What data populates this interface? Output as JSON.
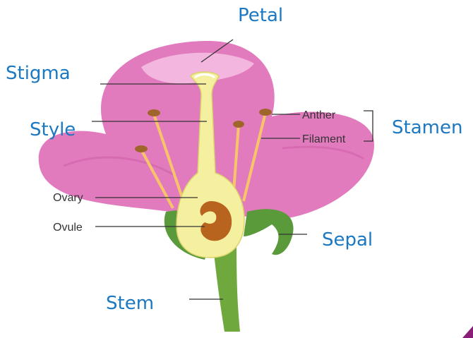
{
  "diagram": {
    "labels": {
      "petal": "Petal",
      "stigma": "Stigma",
      "style": "Style",
      "anther": "Anther",
      "filament": "Filament",
      "stamen": "Stamen",
      "ovary": "Ovary",
      "ovule": "Ovule",
      "sepal": "Sepal",
      "stem": "Stem"
    },
    "colors": {
      "label_blue": "#1b78c2",
      "petal_pink": "#e27bbe",
      "petal_light": "#f3b6de",
      "pistil_yellow": "#f5f0a0",
      "ovule_brown": "#b8641e",
      "sepal_green": "#5a9a3a",
      "stem_green": "#6fa83c",
      "anther_brown": "#a0652a",
      "filament_orange": "#f7c46a"
    }
  }
}
